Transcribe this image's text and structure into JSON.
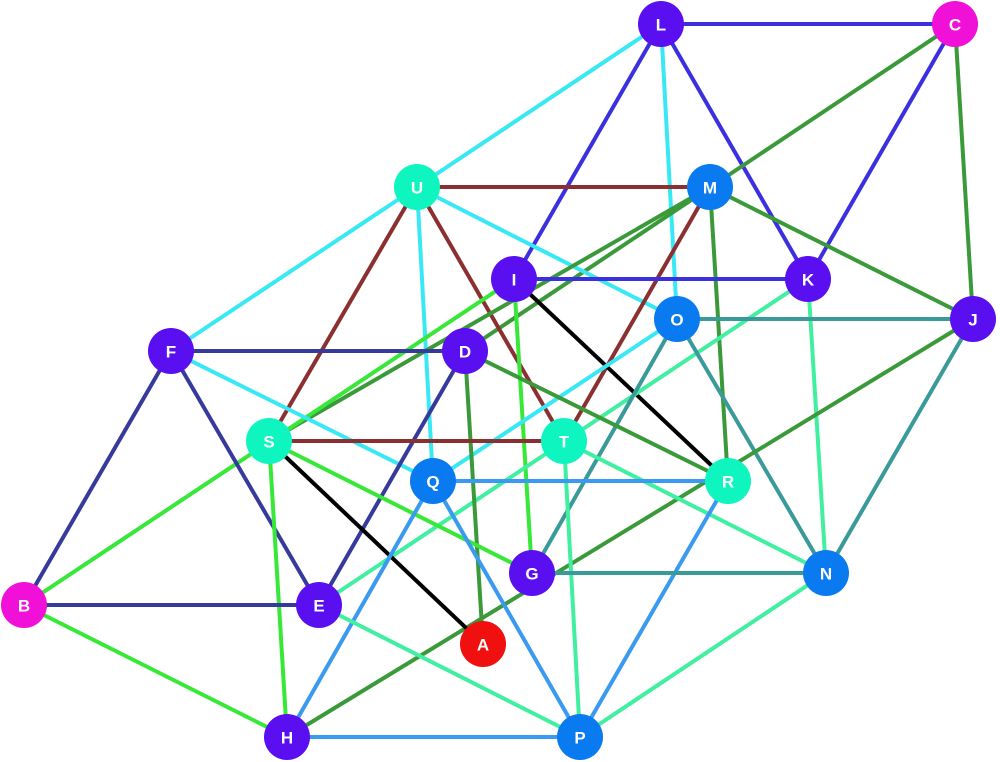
{
  "colors": {
    "purple": "#5a0ff0",
    "blue": "#0a7af0",
    "teal": "#0ff5c0",
    "magenta": "#f010d8",
    "red": "#f01010",
    "edge_cyan": "#38e8f5",
    "edge_blue": "#3a30e0",
    "edge_green": "#3a9a3a",
    "edge_maroon": "#8b3030",
    "edge_lime": "#38e838",
    "edge_navy": "#363a9a",
    "edge_mint": "#40f0a0",
    "edge_teal": "#3a9a9a",
    "edge_sky": "#3a9af0",
    "edge_black": "#000000"
  },
  "nodes": [
    {
      "id": "L",
      "label": "L",
      "color": "purple"
    },
    {
      "id": "C",
      "label": "C",
      "color": "magenta"
    },
    {
      "id": "U",
      "label": "U",
      "color": "teal"
    },
    {
      "id": "M",
      "label": "M",
      "color": "blue"
    },
    {
      "id": "I",
      "label": "I",
      "color": "purple"
    },
    {
      "id": "K",
      "label": "K",
      "color": "purple"
    },
    {
      "id": "O",
      "label": "O",
      "color": "blue"
    },
    {
      "id": "J",
      "label": "J",
      "color": "purple"
    },
    {
      "id": "F",
      "label": "F",
      "color": "purple"
    },
    {
      "id": "D",
      "label": "D",
      "color": "purple"
    },
    {
      "id": "S",
      "label": "S",
      "color": "teal"
    },
    {
      "id": "T",
      "label": "T",
      "color": "teal"
    },
    {
      "id": "Q",
      "label": "Q",
      "color": "blue"
    },
    {
      "id": "R",
      "label": "R",
      "color": "teal"
    },
    {
      "id": "G",
      "label": "G",
      "color": "purple"
    },
    {
      "id": "N",
      "label": "N",
      "color": "blue"
    },
    {
      "id": "B",
      "label": "B",
      "color": "magenta"
    },
    {
      "id": "E",
      "label": "E",
      "color": "purple"
    },
    {
      "id": "A",
      "label": "A",
      "color": "red"
    },
    {
      "id": "H",
      "label": "H",
      "color": "purple"
    },
    {
      "id": "P",
      "label": "P",
      "color": "blue"
    }
  ],
  "edges": [
    {
      "from": "L",
      "to": "C",
      "color": "edge_blue"
    },
    {
      "from": "L",
      "to": "U",
      "color": "edge_cyan"
    },
    {
      "from": "L",
      "to": "I",
      "color": "edge_blue"
    },
    {
      "from": "L",
      "to": "K",
      "color": "edge_blue"
    },
    {
      "from": "L",
      "to": "O",
      "color": "edge_cyan"
    },
    {
      "from": "C",
      "to": "K",
      "color": "edge_blue"
    },
    {
      "from": "C",
      "to": "J",
      "color": "edge_green"
    },
    {
      "from": "C",
      "to": "D",
      "color": "edge_green"
    },
    {
      "from": "U",
      "to": "M",
      "color": "edge_maroon"
    },
    {
      "from": "U",
      "to": "F",
      "color": "edge_cyan"
    },
    {
      "from": "U",
      "to": "S",
      "color": "edge_maroon"
    },
    {
      "from": "U",
      "to": "T",
      "color": "edge_maroon"
    },
    {
      "from": "U",
      "to": "Q",
      "color": "edge_cyan"
    },
    {
      "from": "U",
      "to": "O",
      "color": "edge_cyan"
    },
    {
      "from": "M",
      "to": "T",
      "color": "edge_maroon"
    },
    {
      "from": "M",
      "to": "J",
      "color": "edge_green"
    },
    {
      "from": "M",
      "to": "R",
      "color": "edge_green"
    },
    {
      "from": "M",
      "to": "S",
      "color": "edge_green"
    },
    {
      "from": "I",
      "to": "K",
      "color": "edge_blue"
    },
    {
      "from": "I",
      "to": "R",
      "color": "edge_black"
    },
    {
      "from": "I",
      "to": "G",
      "color": "edge_lime"
    },
    {
      "from": "I",
      "to": "B",
      "color": "edge_lime"
    },
    {
      "from": "K",
      "to": "N",
      "color": "edge_mint"
    },
    {
      "from": "K",
      "to": "E",
      "color": "edge_mint"
    },
    {
      "from": "O",
      "to": "J",
      "color": "edge_teal"
    },
    {
      "from": "O",
      "to": "N",
      "color": "edge_teal"
    },
    {
      "from": "O",
      "to": "G",
      "color": "edge_teal"
    },
    {
      "from": "O",
      "to": "Q",
      "color": "edge_cyan"
    },
    {
      "from": "J",
      "to": "N",
      "color": "edge_teal"
    },
    {
      "from": "J",
      "to": "H",
      "color": "edge_green"
    },
    {
      "from": "F",
      "to": "D",
      "color": "edge_navy"
    },
    {
      "from": "F",
      "to": "B",
      "color": "edge_navy"
    },
    {
      "from": "F",
      "to": "E",
      "color": "edge_navy"
    },
    {
      "from": "F",
      "to": "Q",
      "color": "edge_cyan"
    },
    {
      "from": "D",
      "to": "R",
      "color": "edge_green"
    },
    {
      "from": "D",
      "to": "A",
      "color": "edge_green"
    },
    {
      "from": "D",
      "to": "E",
      "color": "edge_navy"
    },
    {
      "from": "S",
      "to": "T",
      "color": "edge_maroon"
    },
    {
      "from": "S",
      "to": "A",
      "color": "edge_black"
    },
    {
      "from": "S",
      "to": "G",
      "color": "edge_lime"
    },
    {
      "from": "S",
      "to": "H",
      "color": "edge_lime"
    },
    {
      "from": "T",
      "to": "N",
      "color": "edge_mint"
    },
    {
      "from": "T",
      "to": "P",
      "color": "edge_mint"
    },
    {
      "from": "Q",
      "to": "R",
      "color": "edge_sky"
    },
    {
      "from": "Q",
      "to": "H",
      "color": "edge_sky"
    },
    {
      "from": "Q",
      "to": "P",
      "color": "edge_sky"
    },
    {
      "from": "R",
      "to": "P",
      "color": "edge_sky"
    },
    {
      "from": "G",
      "to": "N",
      "color": "edge_teal"
    },
    {
      "from": "N",
      "to": "P",
      "color": "edge_mint"
    },
    {
      "from": "B",
      "to": "E",
      "color": "edge_navy"
    },
    {
      "from": "B",
      "to": "H",
      "color": "edge_lime"
    },
    {
      "from": "E",
      "to": "P",
      "color": "edge_mint"
    },
    {
      "from": "H",
      "to": "P",
      "color": "edge_sky"
    }
  ]
}
